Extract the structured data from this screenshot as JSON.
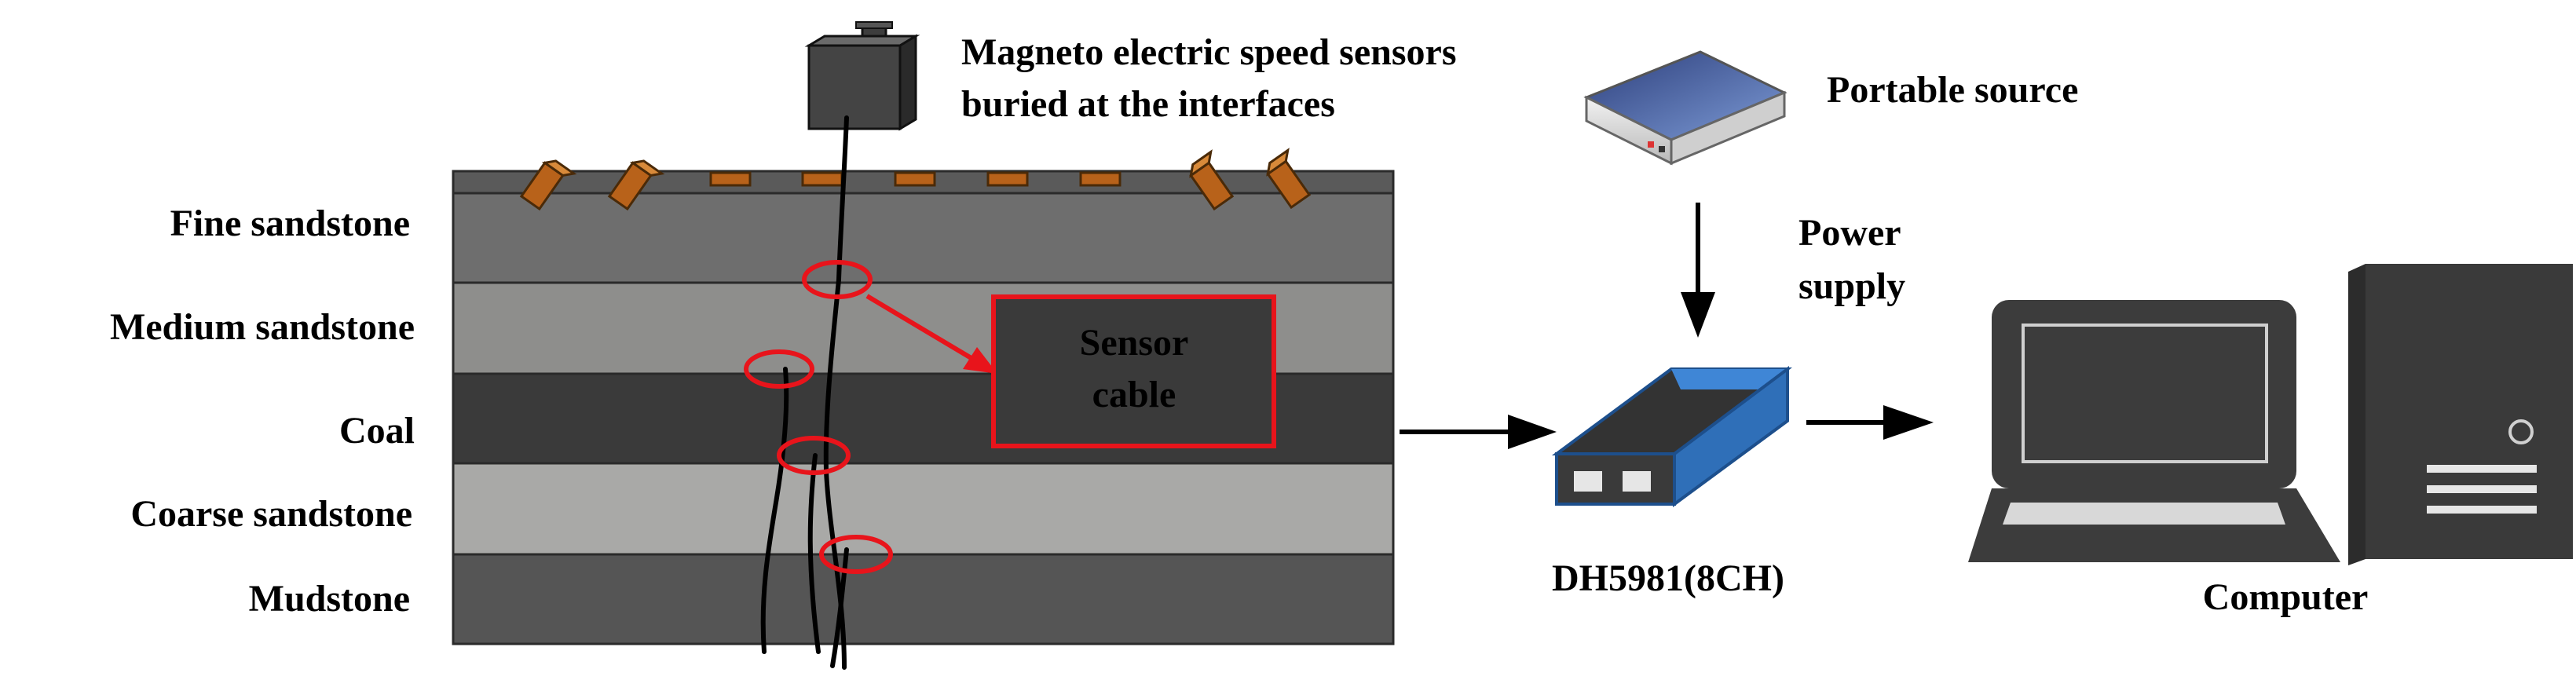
{
  "labels": {
    "sensors_line1": "Magneto electric speed  sensors",
    "sensors_line2": "buried at the interfaces",
    "portable_source": "Portable source",
    "power_line1": "Power",
    "power_line2": "supply",
    "callout_line1": "Sensor",
    "callout_line2": "cable",
    "device": "DH5981(8CH)",
    "computer": "Computer"
  },
  "strata": [
    {
      "name": "Fine sandstone",
      "color": "#6e6e6e"
    },
    {
      "name": "Medium sandstone",
      "color": "#8e8e8c"
    },
    {
      "name": "Coal",
      "color": "#3a3a3a"
    },
    {
      "name": "Coarse sandstone",
      "color": "#a9a9a7"
    },
    {
      "name": "Mudstone",
      "color": "#555555"
    }
  ],
  "colors": {
    "highlight": "#e8141b",
    "sensor": "#b8621a",
    "device_blue": "#2f6fb8",
    "device_body": "#3a3a3a",
    "computer": "#3c3c3c"
  },
  "icons": [
    "sensor-box-icon",
    "portable-source-icon",
    "daq-device-icon",
    "laptop-icon",
    "tower-pc-icon"
  ]
}
